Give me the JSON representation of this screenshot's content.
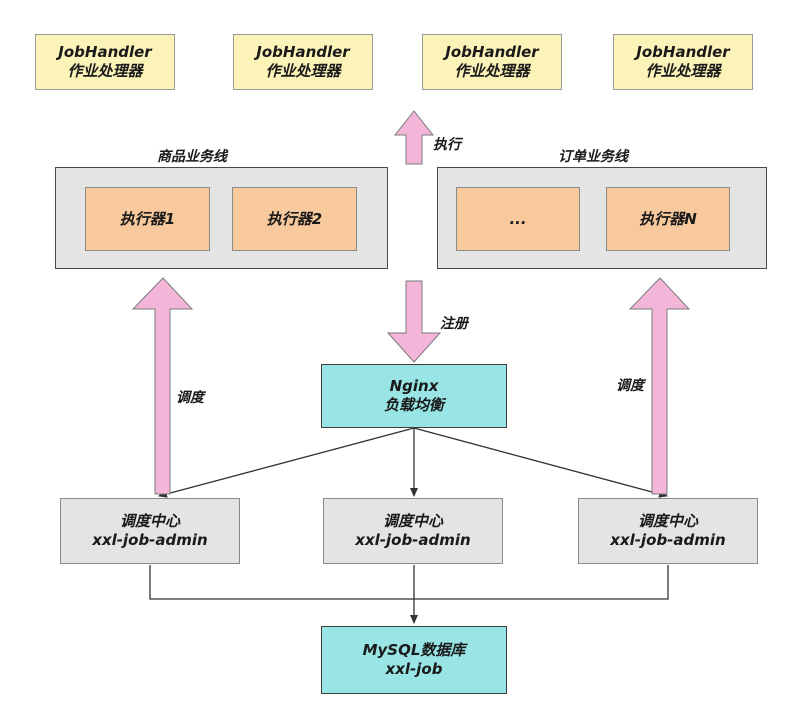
{
  "handlers": [
    {
      "line1": "JobHandler",
      "line2": "作业处理器"
    },
    {
      "line1": "JobHandler",
      "line2": "作业处理器"
    },
    {
      "line1": "JobHandler",
      "line2": "作业处理器"
    },
    {
      "line1": "JobHandler",
      "line2": "作业处理器"
    }
  ],
  "labels": {
    "execute": "执行",
    "register": "注册",
    "dispatch_left": "调度",
    "dispatch_right": "调度"
  },
  "groups": {
    "goods": {
      "title": "商品业务线",
      "executors": [
        "执行器1",
        "执行器2"
      ]
    },
    "order": {
      "title": "订单业务线",
      "executors": [
        "...",
        "执行器N"
      ]
    }
  },
  "nginx": {
    "line1": "Nginx",
    "line2": "负载均衡"
  },
  "admins": [
    {
      "line1": "调度中心",
      "line2": "xxl-job-admin"
    },
    {
      "line1": "调度中心",
      "line2": "xxl-job-admin"
    },
    {
      "line1": "调度中心",
      "line2": "xxl-job-admin"
    }
  ],
  "db": {
    "line1": "MySQL数据库",
    "line2": "xxl-job"
  },
  "colors": {
    "handler": "#fbf3b8",
    "executor": "#f8c99c",
    "group": "#e4e4e4",
    "teal": "#99e5e5",
    "arrow_pink": "#f4b6d8"
  }
}
